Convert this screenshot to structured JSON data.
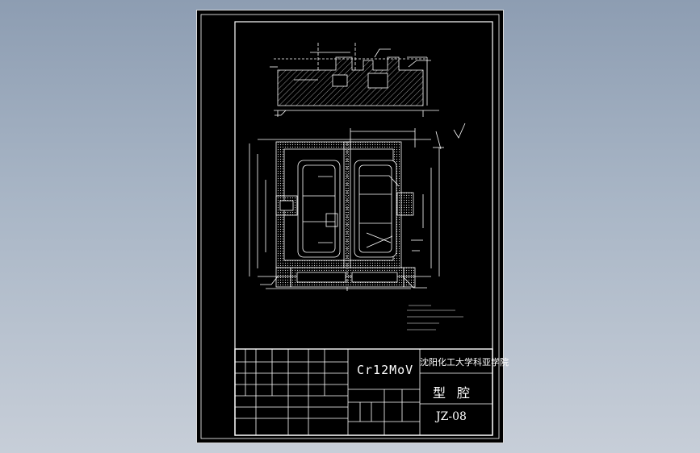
{
  "title_block": {
    "material": "Cr12MoV",
    "school": "沈阳化工大学科亚学院",
    "part_name": "型腔",
    "drawing_no": "JZ-08"
  },
  "colors": {
    "background": "#9aa8ba",
    "sheet": "#000000",
    "lines": "#ffffff",
    "hatch": "#cfcfcf"
  }
}
